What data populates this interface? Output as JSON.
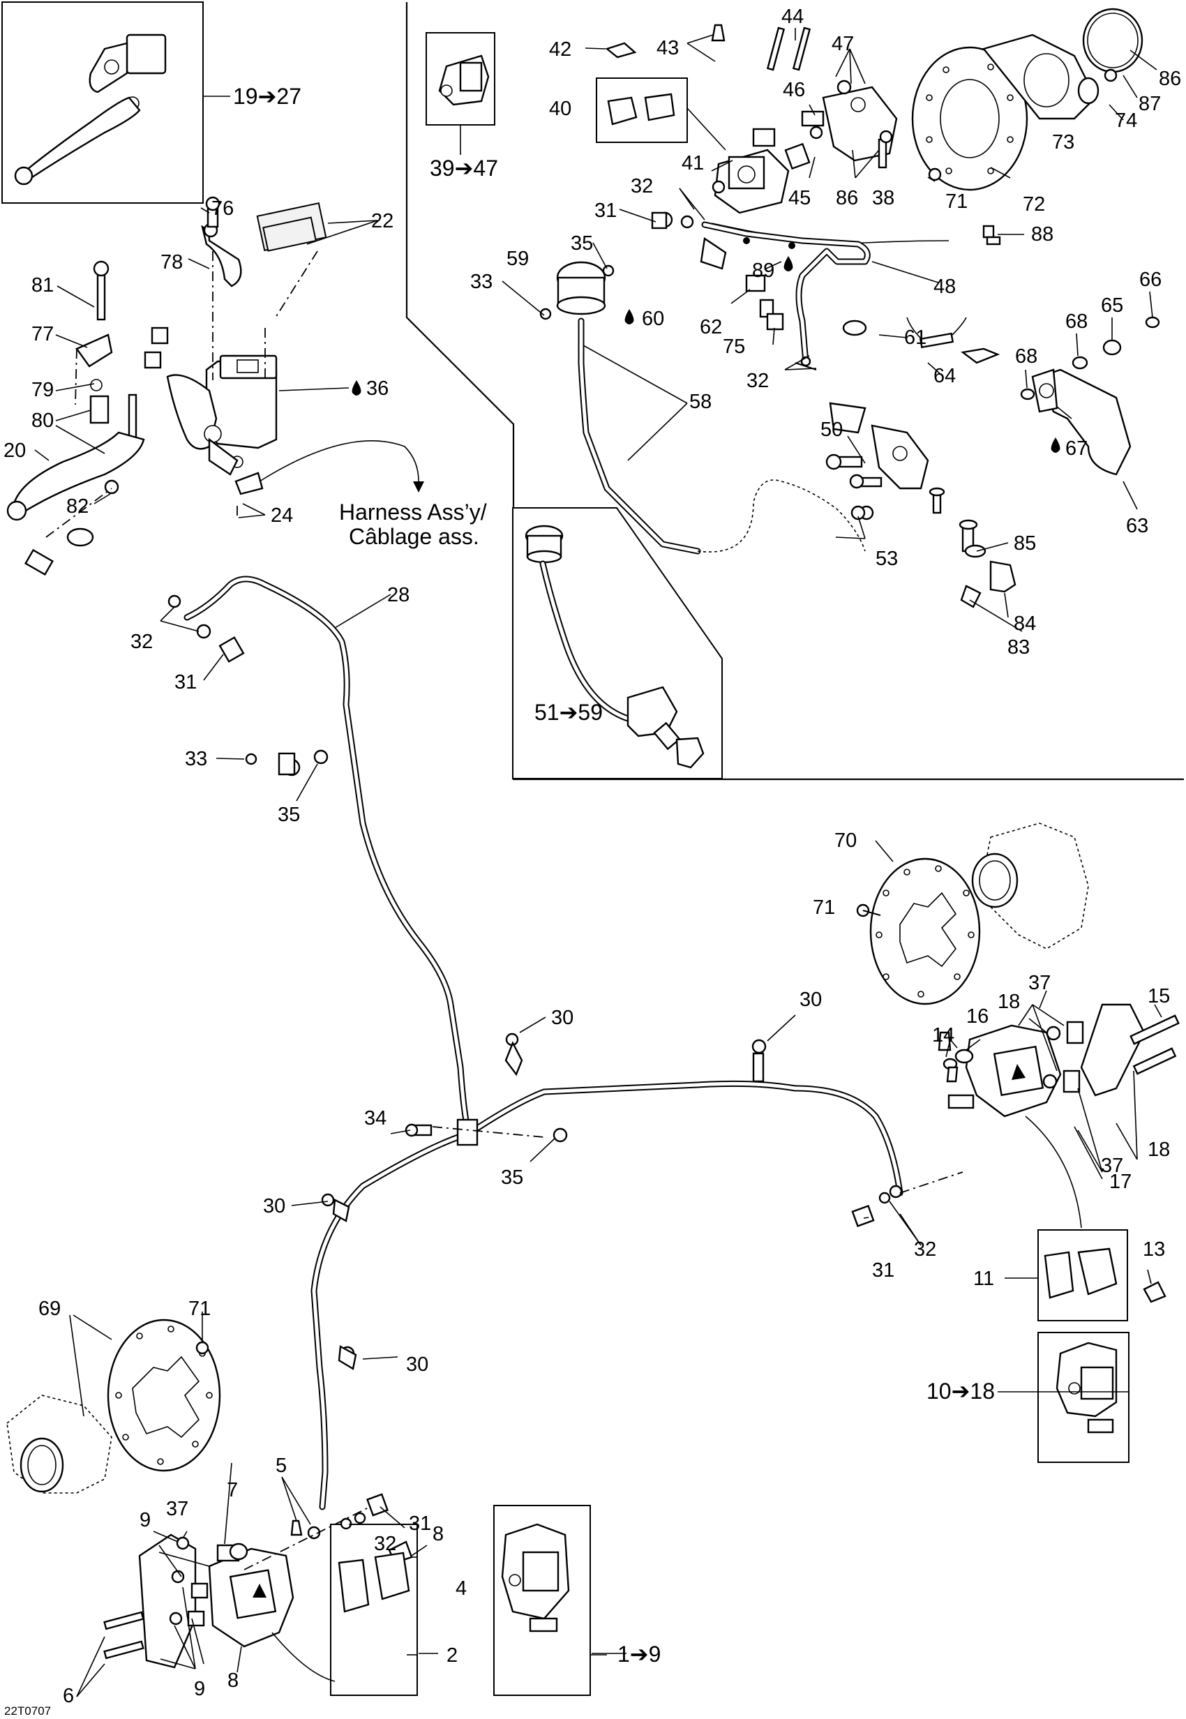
{
  "callouts": [
    "19➔27",
    "22",
    "76",
    "78",
    "81",
    "77",
    "79",
    "80",
    "20",
    "82",
    "36",
    "24",
    "39➔47",
    "42",
    "43",
    "44",
    "47",
    "86",
    "40",
    "46",
    "87",
    "74",
    "73",
    "41",
    "45",
    "38",
    "71",
    "72",
    "32",
    "31",
    "35",
    "88",
    "59",
    "33",
    "89",
    "60",
    "48",
    "62",
    "75",
    "61",
    "66",
    "65",
    "68",
    "64",
    "67",
    "58",
    "50",
    "63",
    "85",
    "53",
    "84",
    "83",
    "51➔59",
    "28",
    "70",
    "37",
    "18",
    "15",
    "16",
    "14",
    "30",
    "34",
    "17",
    "11",
    "13",
    "10➔18",
    "69",
    "5",
    "7",
    "9",
    "6",
    "8",
    "4",
    "2",
    "1➔9"
  ],
  "harness_label_line1": "Harness Ass’y/",
  "harness_label_line2": "Câblage ass.",
  "figure_code": "22T0707",
  "fluid_symbol": "drop-icon"
}
